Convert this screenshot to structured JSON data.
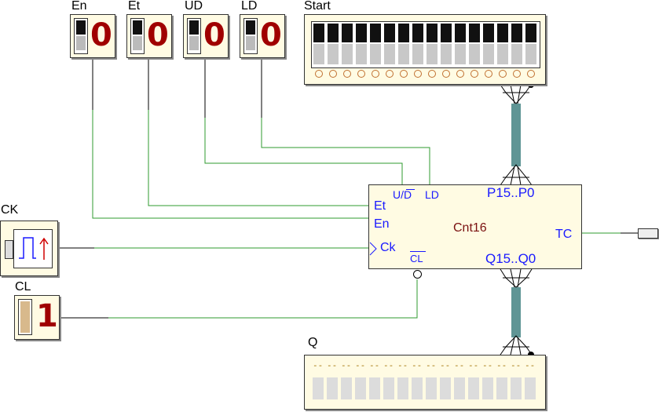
{
  "inputs": {
    "en": {
      "label": "En",
      "digit": "0"
    },
    "et": {
      "label": "Et",
      "digit": "0"
    },
    "ud": {
      "label": "UD",
      "digit": "0"
    },
    "ld": {
      "label": "LD",
      "digit": "0"
    }
  },
  "start": {
    "label": "Start"
  },
  "clock": {
    "label": "CK"
  },
  "clear": {
    "label": "CL",
    "digit": "1"
  },
  "output": {
    "label": "Q",
    "placeholder": "--"
  },
  "counter": {
    "name": "Cnt16",
    "pins": {
      "ud": "U/D",
      "ld": "LD",
      "p": "P15..P0",
      "et": "Et",
      "en": "En",
      "ck": "Ck",
      "cl": "CL",
      "tc": "TC",
      "q": "Q15..Q0"
    }
  },
  "colors": {
    "wire_green": "#2f9b2f",
    "bus": "#5f9595",
    "panel_bg": "#fffbe3",
    "digit_red": "#a00000",
    "pin_blue": "#1a1aff"
  }
}
